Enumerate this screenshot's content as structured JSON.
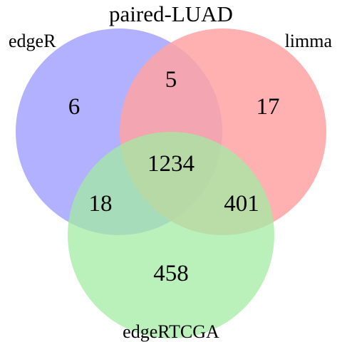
{
  "title": "paired-LUAD",
  "sets": [
    {
      "id": "edgeR",
      "label": "edgeR",
      "color": "#a3a3ff"
    },
    {
      "id": "limma",
      "label": "limma",
      "color": "#ffa3a3"
    },
    {
      "id": "edgeRTCGA",
      "label": "edgeRTCGA",
      "color": "#a3eba3"
    }
  ],
  "regions": {
    "edgeR_only": "6",
    "limma_only": "17",
    "edgeRTCGA_only": "458",
    "edgeR_limma": "5",
    "edgeR_edgeRTCGA": "18",
    "limma_edgeRTCGA": "401",
    "all": "1234"
  }
}
